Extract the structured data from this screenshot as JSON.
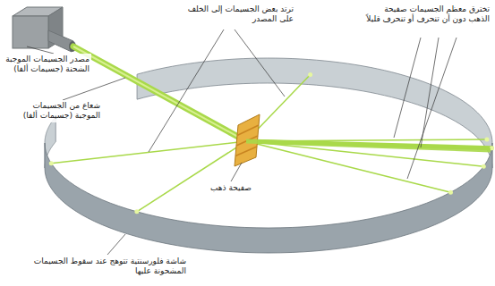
{
  "diagram": {
    "labels": [
      "مصدر الجسيمات الموجبة الشحنة (جسيمات ألفا)",
      "ترتد بعض الجسيمات إلى الخلف على المصدر",
      "تخترق معظم الجسيمات صفيحة الذهب دون أن تنحرف أو تنحرف قليلاً",
      "شعاع من الجسيمات الموجبة (جسيمات ألفا)",
      "صفيحة ذهب",
      "شاشة فلورسنتية تتوهج عند سقوط الجسيمات المشحونة عليها"
    ]
  }
}
